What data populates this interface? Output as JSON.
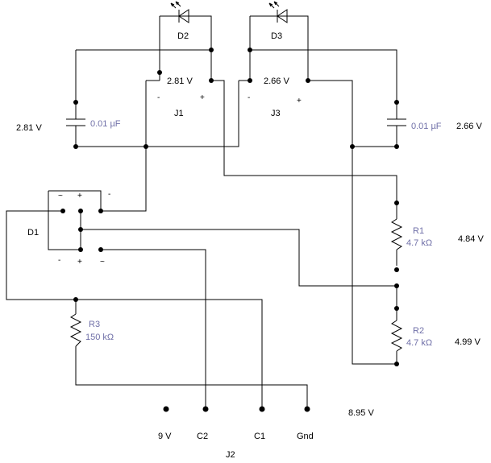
{
  "components": {
    "d2": {
      "label": "D2"
    },
    "d3": {
      "label": "D3"
    },
    "j1": {
      "label": "J1",
      "voltage": "2.81 V",
      "minus": "-",
      "plus": "+"
    },
    "j3": {
      "label": "J3",
      "voltage": "2.66 V",
      "minus": "-",
      "plus": "+"
    },
    "c_left": {
      "value": "0.01 µF",
      "voltage": "2.81 V"
    },
    "c_right": {
      "value": "0.01 µF",
      "voltage": "2.66 V"
    },
    "d1": {
      "label": "D1",
      "top_pins": [
        "~",
        "+",
        "-"
      ],
      "bottom_pins": [
        "-",
        "+",
        "~"
      ]
    },
    "r1": {
      "label": "R1",
      "value": "4.7 kΩ",
      "voltage": "4.84 V"
    },
    "r2": {
      "label": "R2",
      "value": "4.7 kΩ",
      "voltage": "4.99 V"
    },
    "r3": {
      "label": "R3",
      "value": "150 kΩ"
    },
    "j2": {
      "label": "J2",
      "pins": [
        "9 V",
        "C2",
        "C1",
        "Gnd"
      ],
      "voltage": "8.95 V"
    }
  },
  "colors": {
    "wire": "#000000",
    "value_text": "#7070a8"
  }
}
